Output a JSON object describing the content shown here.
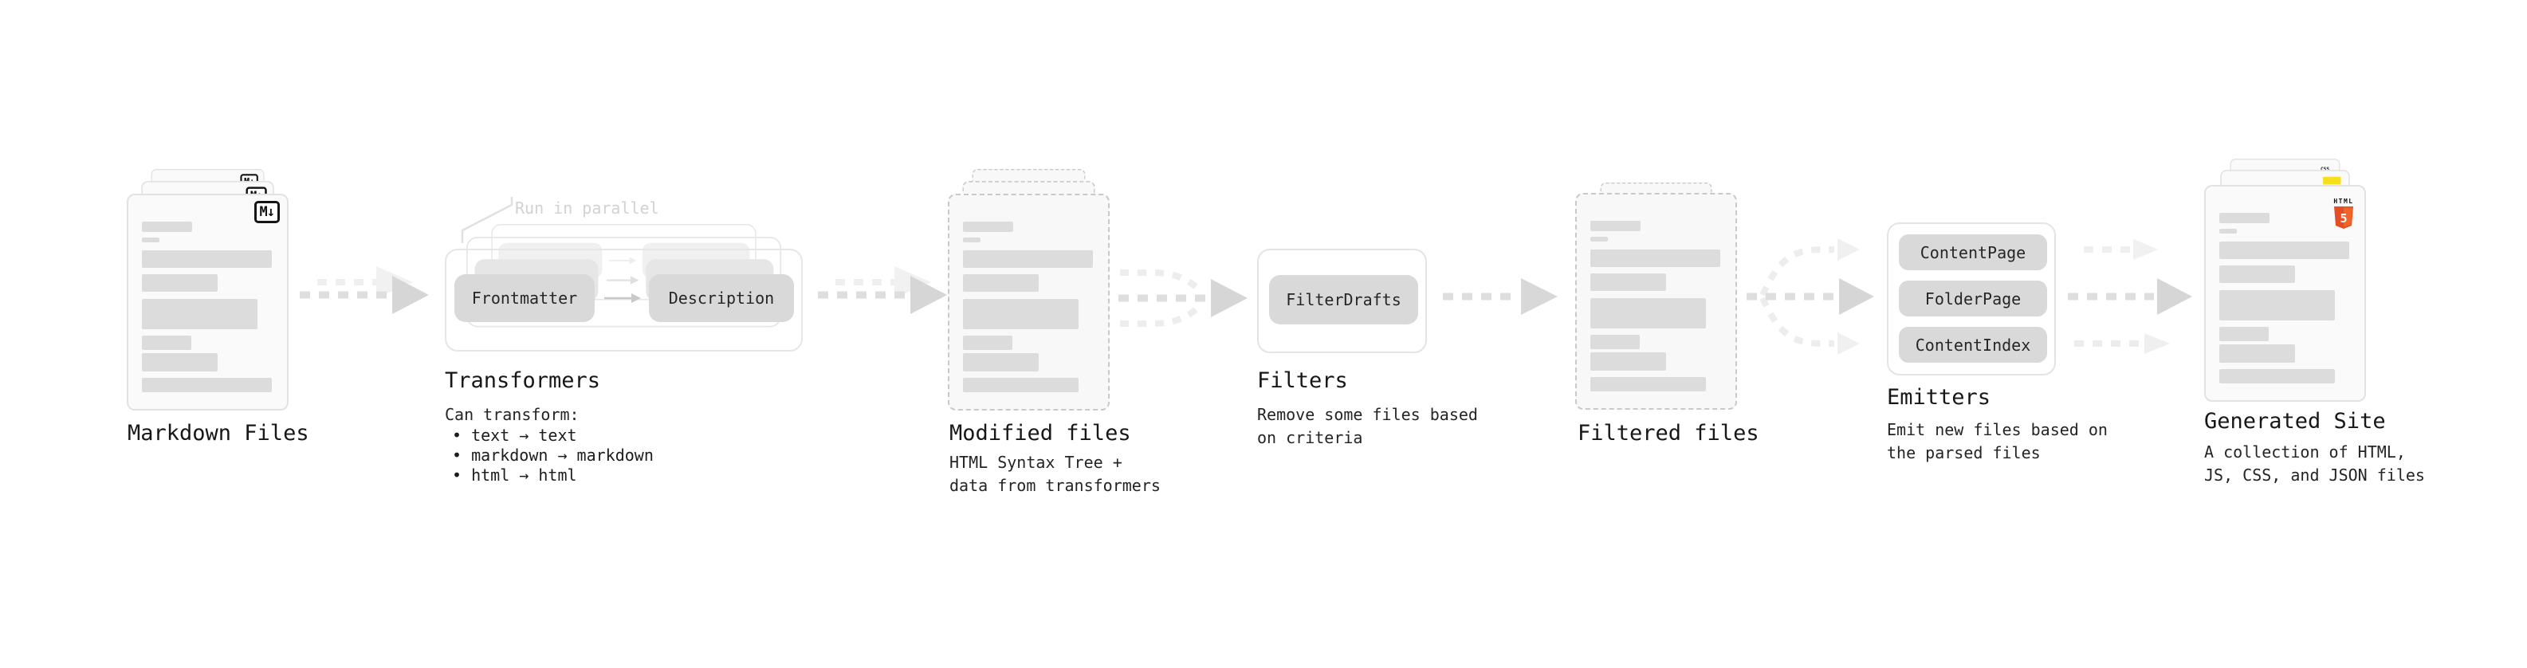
{
  "colors": {
    "background": "#ffffff",
    "text": "#1c1c1c",
    "node_fill": "#d9d9d9",
    "skeleton_gray": "#dcdcdc",
    "arrow_gray": "#d6d6d6",
    "faint_note": "#d2d2d2",
    "html5_orange": "#e44d26",
    "html5_orange_light": "#f16529",
    "css_blue": "#2e6bf0",
    "js_yellow": "#f7df1e"
  },
  "markdown_files": {
    "title": "Markdown Files",
    "badge": "M↓"
  },
  "transformers": {
    "title": "Transformers",
    "note": "Run in parallel",
    "node_left": "Frontmatter",
    "node_right": "Description",
    "caption_heading": "Can transform:",
    "bullets": [
      "• text → text",
      "• markdown → markdown",
      "• html → html"
    ]
  },
  "modified_files": {
    "title": "Modified files",
    "caption": "HTML Syntax Tree +\ndata from transformers"
  },
  "filters": {
    "title": "Filters",
    "node": "FilterDrafts",
    "caption": "Remove some files based\non criteria"
  },
  "filtered_files": {
    "title": "Filtered files"
  },
  "emitters": {
    "title": "Emitters",
    "nodes": [
      "ContentPage",
      "FolderPage",
      "ContentIndex"
    ],
    "caption": "Emit new files based on\nthe parsed files"
  },
  "generated_site": {
    "title": "Generated Site",
    "caption": "A collection of HTML,\nJS, CSS, and JSON files",
    "html_badge_label": "HTML",
    "html_badge_number": "5",
    "css_badge_label": "CSS"
  }
}
